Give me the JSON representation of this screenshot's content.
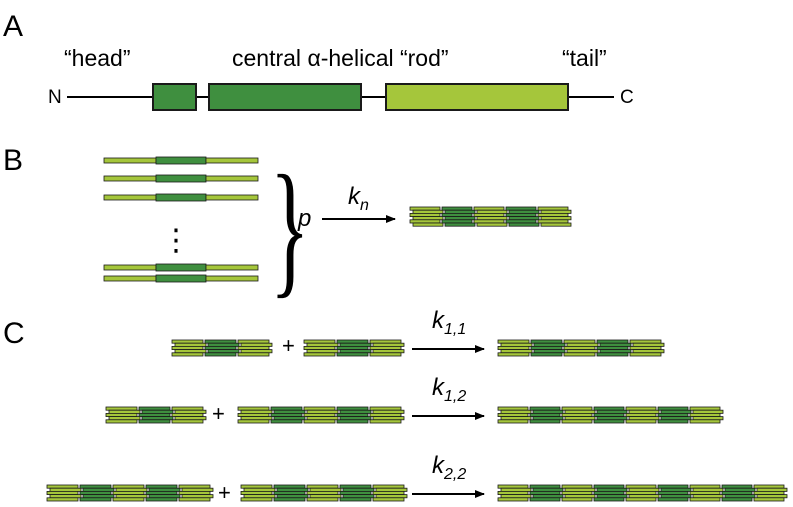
{
  "panels": {
    "a": "A",
    "b": "B",
    "c": "C"
  },
  "domain_labels": {
    "head": "“head”",
    "rod_prefix": "central ",
    "rod_alpha": "α",
    "rod_suffix": "-helical “rod”",
    "tail": "“tail”"
  },
  "termini": {
    "n": "N",
    "c": "C"
  },
  "colors": {
    "head_rod": "#3f8f3f",
    "tail": "#a5c63b",
    "outline": "#1a1a1a"
  },
  "panel_b": {
    "p_label": "p",
    "ellipsis": "⋮",
    "brace": "}",
    "rate": {
      "base": "k",
      "sub": "n"
    }
  },
  "panel_c": {
    "plus": "+",
    "reactions": [
      {
        "base": "k",
        "sub": "1,1"
      },
      {
        "base": "k",
        "sub": "1,2"
      },
      {
        "base": "k",
        "sub": "2,2"
      }
    ]
  }
}
